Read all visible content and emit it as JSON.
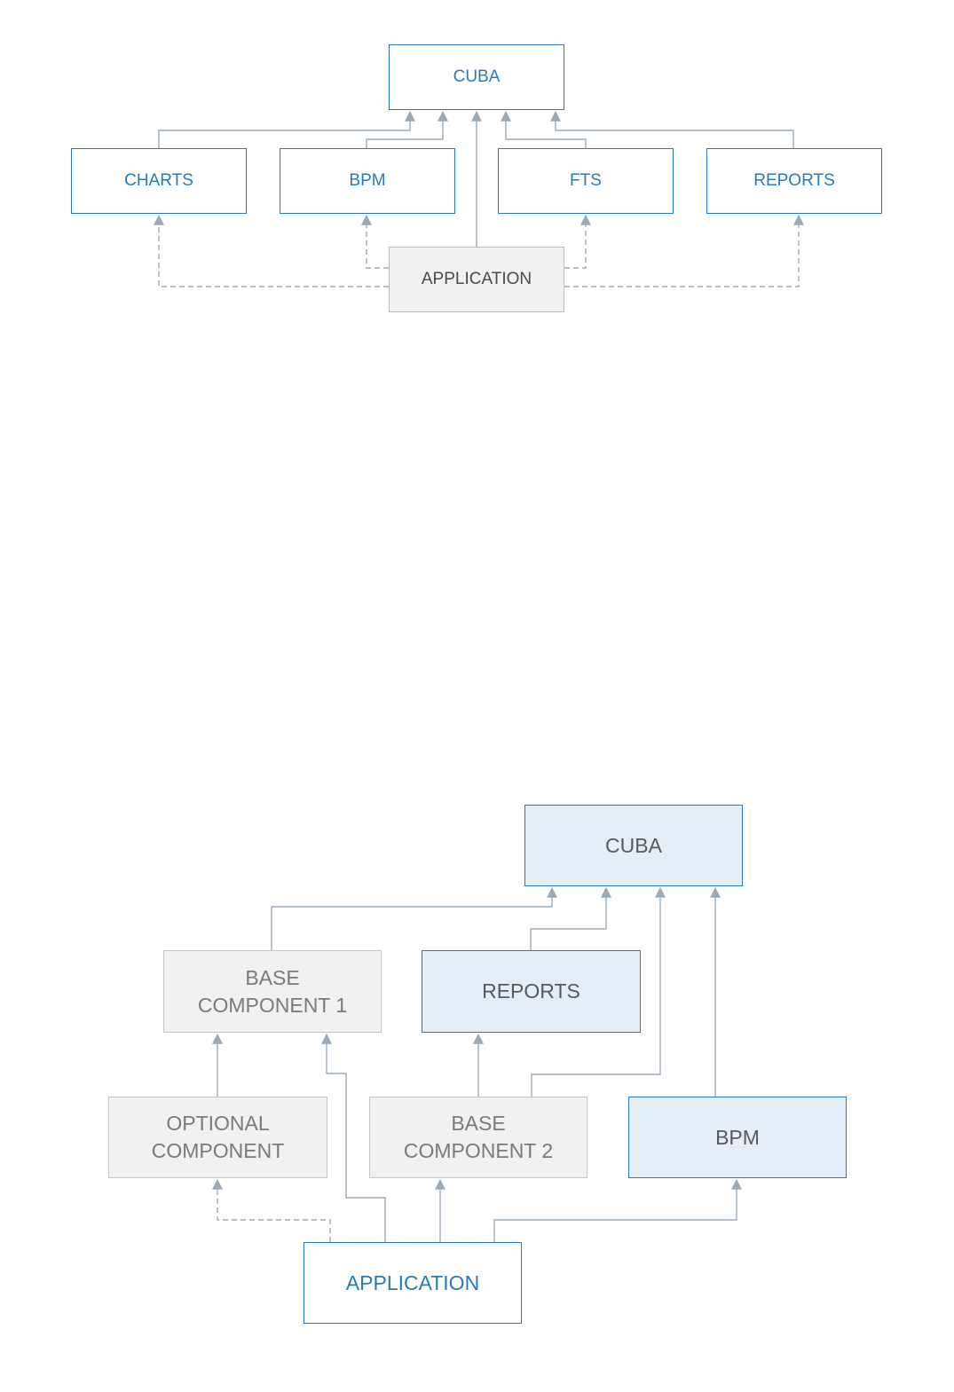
{
  "colors": {
    "accent_blue": "#2a7ab8",
    "connector": "#9aaab8",
    "grey_fill": "#f1f1f1",
    "blue_fill": "#e4eef6"
  },
  "diagram1": {
    "cuba": "CUBA",
    "charts": "CHARTS",
    "bpm": "BPM",
    "fts": "FTS",
    "reports": "REPORTS",
    "application": "APPLICATION"
  },
  "diagram2": {
    "cuba": "CUBA",
    "base_component_1": "BASE\nCOMPONENT 1",
    "reports": "REPORTS",
    "optional_component": "OPTIONAL\nCOMPONENT",
    "base_component_2": "BASE\nCOMPONENT 2",
    "bpm": "BPM",
    "application": "APPLICATION"
  }
}
